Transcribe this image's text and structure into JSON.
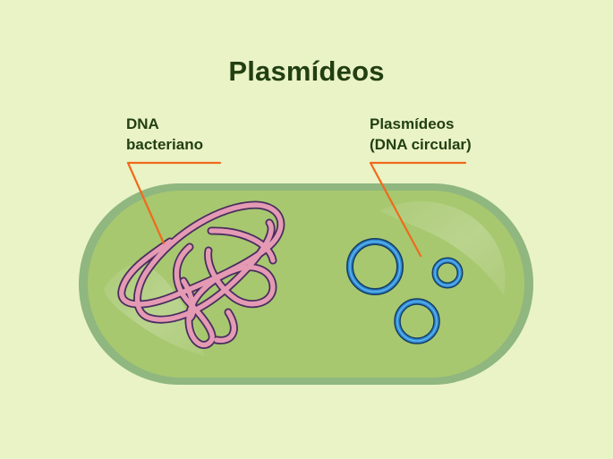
{
  "title": "Plasmídeos",
  "labels": {
    "bacterial_dna": {
      "line1": "DNA",
      "line2": "bacteriano"
    },
    "plasmids": {
      "line1": "Plasmídeos",
      "line2": "(DNA circular)"
    }
  },
  "colors": {
    "background": "#eaf3c6",
    "cell_wall": "#8fb77f",
    "cytoplasm": "#a7c86f",
    "bacterial_dna": "#e59ab4",
    "plasmid": "#2d8bd4",
    "leader_line": "#f06a1b",
    "text": "#223f12"
  }
}
